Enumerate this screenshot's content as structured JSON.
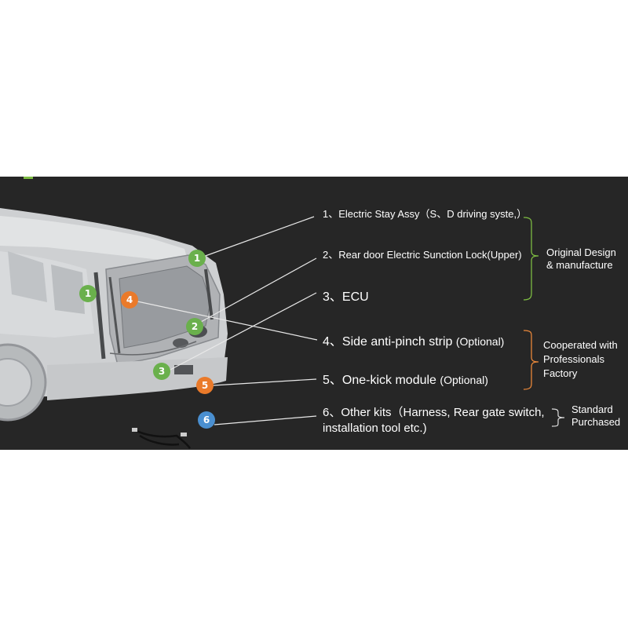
{
  "colors": {
    "background": "#262626",
    "badge_green": "#6ab04c",
    "badge_orange": "#ea7a2a",
    "badge_blue": "#4a8fd0",
    "bracket_green": "#7dbb42",
    "bracket_orange": "#e8873a",
    "text": "#ffffff"
  },
  "items": [
    {
      "num": "1、",
      "text": "Electric Stay Assy（S、D driving syste,）",
      "note": ""
    },
    {
      "num": "2、",
      "text": "Rear door Electric Sunction Lock(Upper)",
      "note": ""
    },
    {
      "num": "3、",
      "text": "ECU",
      "note": ""
    },
    {
      "num": "4、",
      "text": "Side anti-pinch strip",
      "note": "(Optional)"
    },
    {
      "num": "5、",
      "text": "One-kick module",
      "note": "(Optional)"
    },
    {
      "num": "6、",
      "text": "Other kits（Harness, Rear gate switch,",
      "line2": "installation tool etc.)"
    }
  ],
  "groups": [
    {
      "line1": "Original Design",
      "line2": "& manufacture"
    },
    {
      "line1": "Cooperated with",
      "line2": "Professionals",
      "line3": "Factory"
    },
    {
      "line1": "Standard",
      "line2": "Purchased"
    }
  ],
  "badges": [
    {
      "label": "1",
      "color": "green",
      "icon": "badge-1"
    },
    {
      "label": "1",
      "color": "green",
      "icon": "badge-1"
    },
    {
      "label": "2",
      "color": "green",
      "icon": "badge-2"
    },
    {
      "label": "3",
      "color": "green",
      "icon": "badge-3"
    },
    {
      "label": "4",
      "color": "orange",
      "icon": "badge-4"
    },
    {
      "label": "5",
      "color": "orange",
      "icon": "badge-5"
    },
    {
      "label": "6",
      "color": "blue",
      "icon": "badge-6"
    }
  ]
}
